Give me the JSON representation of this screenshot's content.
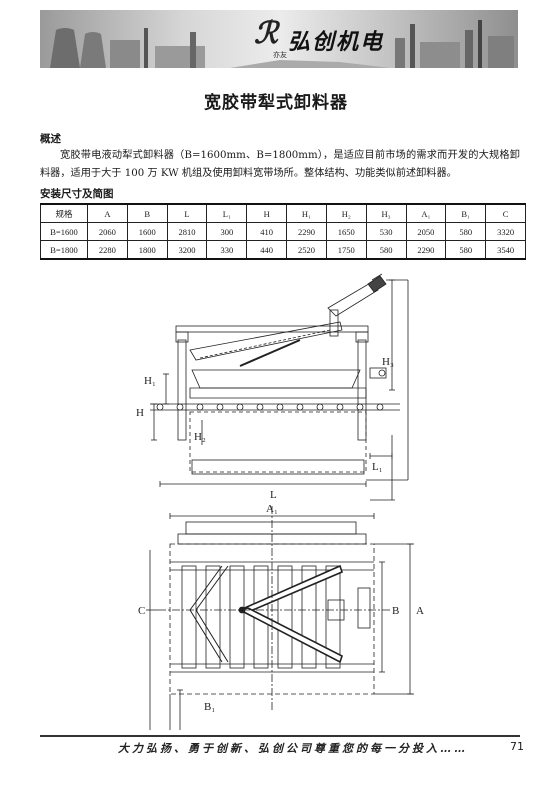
{
  "banner": {
    "brand_mark": "ℛ",
    "brand_name": "弘创机电",
    "brand_sub": "亦友"
  },
  "title": "宽胶带犁式卸料器",
  "overview": {
    "heading": "概述",
    "body": "宽胶带电液动犁式卸料器（B=1600mm、B=1800mm），是适应目前市场的需求而开发的大规格卸料器，适用于大于 100 万 KW 机组及使用卸料宽带场所。整体结构、功能类似前述卸料器。"
  },
  "install": {
    "heading": "安装尺寸及简图",
    "headers": [
      "规格",
      "A",
      "B",
      "L",
      "L₁",
      "H",
      "H₁",
      "H₂",
      "H₃",
      "A₁",
      "B₁",
      "C"
    ],
    "rows": [
      [
        "B=1600",
        "2060",
        "1600",
        "2810",
        "300",
        "410",
        "2290",
        "1650",
        "530",
        "2050",
        "580",
        "3320"
      ],
      [
        "B=1800",
        "2280",
        "1800",
        "3200",
        "330",
        "440",
        "2520",
        "1750",
        "580",
        "2290",
        "580",
        "3540"
      ]
    ]
  },
  "drawing_labels": {
    "h1": "H₁",
    "h2": "H₂",
    "h3": "H₃",
    "h": "H",
    "l": "L",
    "l1": "L₁",
    "a1": "A₁",
    "b1": "B₁",
    "c": "C",
    "b": "B",
    "a": "A"
  },
  "footer": {
    "slogan": "大力弘扬、勇于创新、弘创公司尊重您的每一分投入……",
    "page": "71"
  }
}
